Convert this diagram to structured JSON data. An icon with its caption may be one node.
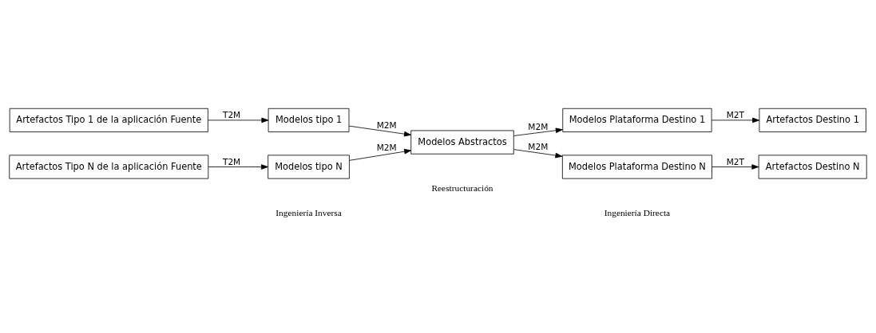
{
  "diagram": {
    "nodes": [
      {
        "text": [
          "Artefactos Tipo 1 de la aplicación Fuente"
        ]
      },
      {
        "text": [
          "Modelos tipo 1"
        ]
      },
      {
        "text": [
          "Artefactos Tipo N de la aplicación Fuente"
        ]
      },
      {
        "text": [
          "Modelos tipo N"
        ]
      },
      {
        "text": [
          "Modelos Abstractos"
        ]
      },
      {
        "text": [
          "Modelos Plataforma Destino 1"
        ]
      },
      {
        "text": [
          "Artefactos Destino 1"
        ]
      },
      {
        "text": [
          "Modelos Plataforma Destino N"
        ]
      },
      {
        "text": [
          "Artefactos Destino N"
        ]
      }
    ],
    "edges": [
      {
        "from": 0,
        "to": 1,
        "arrow": "to",
        "label": "T2M"
      },
      {
        "from": 2,
        "to": 3,
        "arrow": "to",
        "label": "T2M"
      },
      {
        "from": 1,
        "to": 4,
        "arrow": "to",
        "label": "M2M"
      },
      {
        "from": 3,
        "to": 4,
        "arrow": "to",
        "label": "M2M"
      },
      {
        "from": 4,
        "to": 5,
        "arrow": "to",
        "label": "M2M"
      },
      {
        "from": 4,
        "to": 7,
        "arrow": "to",
        "label": "M2M"
      },
      {
        "from": 5,
        "to": 6,
        "arrow": "to",
        "label": "M2T"
      },
      {
        "from": 7,
        "to": 8,
        "arrow": "to",
        "label": "M2T"
      }
    ],
    "labels": [
      "Ingeniería Inversa",
      "Reestructuración",
      "Ingeniería Directa"
    ]
  }
}
